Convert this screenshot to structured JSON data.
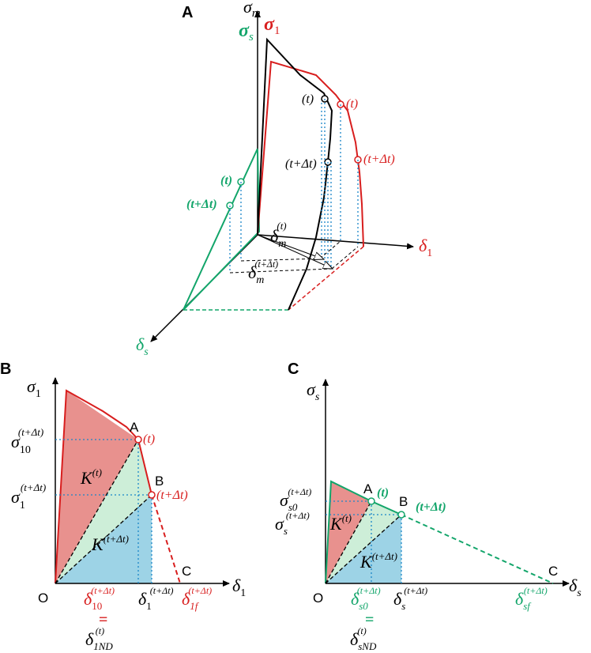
{
  "colors": {
    "red": "#d81e1e",
    "green": "#12a56a",
    "black": "#000000",
    "blue_dotted": "#1a86c8",
    "fill_red": "#e8918e",
    "fill_green": "#cdeed8",
    "fill_blue": "#9dd3e6"
  },
  "panels": {
    "a": {
      "tag": "A",
      "sigma": "σ",
      "sub_m": "m",
      "sub_s": "s",
      "sub_1": "1",
      "delta": "δ",
      "t": "(t)",
      "t_dt": "(t+Δt)",
      "dm_t_sup": "(t)",
      "dm_tdt_sup": "(t+Δt)"
    },
    "b": {
      "tag": "B",
      "sigma": "σ",
      "sub_1": "1",
      "sub_10": "10",
      "delta": "δ",
      "sub_1f": "1f",
      "sub_1ND": "1ND",
      "sup_tdt": "(t+Δt)",
      "sup_t": "(t)",
      "K": "K",
      "point_A": "A",
      "point_B": "B",
      "point_C": "C",
      "origin": "O",
      "label_t": "(t)",
      "label_tdt": "(t+Δt)",
      "equals": "="
    },
    "c": {
      "tag": "C",
      "sigma": "σ",
      "sub_s": "s",
      "sub_s0": "s0",
      "delta": "δ",
      "sub_sf": "sf",
      "sub_sND": "sND",
      "sup_tdt": "(t+Δt)",
      "sup_t": "(t)",
      "K": "K",
      "point_A": "A",
      "point_B": "B",
      "point_C": "C",
      "origin": "O",
      "label_t": "(t)",
      "label_tdt": "(t+Δt)",
      "equals": "="
    }
  }
}
